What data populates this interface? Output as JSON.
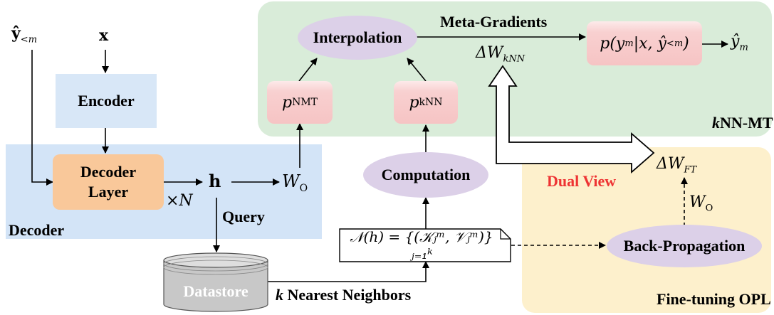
{
  "knn_mt": {
    "label": "kNN-MT",
    "label_italic_part": "k",
    "label_rest": "NN-MT",
    "meta_gradients": "Meta-Gradients",
    "interpolation": "Interpolation",
    "delta_w_knn": "ΔW",
    "delta_w_knn_sub": "kNN",
    "p_nmt": "p",
    "p_nmt_sub": "NMT",
    "p_knn": "p",
    "p_knn_sub": "kNN",
    "output_prob": "p(y",
    "output_prob_rest": "|x, ŷ",
    "output_prob_sub1": "m",
    "output_prob_sub2": "<m",
    "output_prob_close": ")",
    "output_token": "ŷ",
    "output_token_sub": "m"
  },
  "decoder": {
    "label": "Decoder",
    "input_y": "ŷ",
    "input_y_sub": "<m",
    "input_x": "x",
    "encoder": "Encoder",
    "decoder_layer_line1": "Decoder",
    "decoder_layer_line2": "Layer",
    "times_n": "×N",
    "hidden": "h",
    "w_o": "W",
    "w_o_sub": "O"
  },
  "retrieval": {
    "query": "Query",
    "datastore": "Datastore",
    "k_nearest_italic": "k",
    "k_nearest_rest": " Nearest Neighbors",
    "computation": "Computation",
    "neighbors_formula": "𝒩(h) = {(𝒦ⱼᵐ, 𝒱ⱼᵐ)}ⱼ₌₁ᵏ"
  },
  "finetune": {
    "label": "Fine-tuning OPL",
    "dual_view": "Dual View",
    "delta_w_ft": "ΔW",
    "delta_w_ft_sub": "FT",
    "w_o": "W",
    "w_o_sub": "O",
    "back_propagation": "Back-Propagation"
  },
  "colors": {
    "knn_panel": "#d9ecd9",
    "decoder_panel": "#d3e4f7",
    "finetune_panel": "#fdf0cc",
    "encoder_box": "#d8e7f7",
    "decoder_layer_box": "#f9c89a",
    "ellipse": "#dcd0e8",
    "pink_box": "#f6c4c4",
    "dual_view_text": "#ee3333",
    "datastore": "#c8c8c8"
  }
}
